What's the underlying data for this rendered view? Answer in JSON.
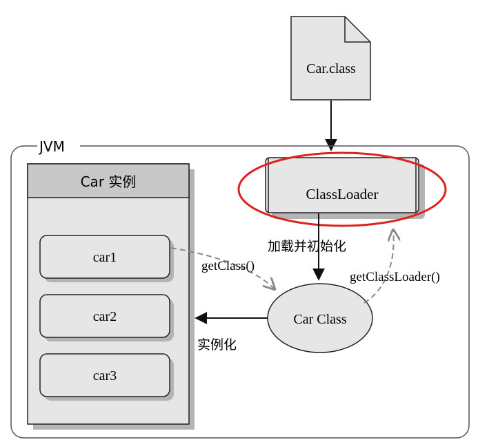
{
  "file_node": {
    "label": "Car.class"
  },
  "jvm": {
    "label": "JVM"
  },
  "classloader": {
    "label": "ClassLoader",
    "highlight_color": "#e0201c"
  },
  "instances_panel": {
    "title": "Car 实例",
    "items": [
      "car1",
      "car2",
      "car3"
    ]
  },
  "car_class": {
    "label": "Car Class"
  },
  "edges": {
    "load_init": "加载并初始化",
    "get_class": "getClass()",
    "get_class_loader": "getClassLoader()",
    "instantiate": "实例化"
  },
  "colors": {
    "box_fill": "#e6e6e6",
    "header_fill": "#c8c8c8",
    "shadow": "#b4b4b4",
    "stroke": "#222222",
    "dashed": "#8a8a8a"
  }
}
